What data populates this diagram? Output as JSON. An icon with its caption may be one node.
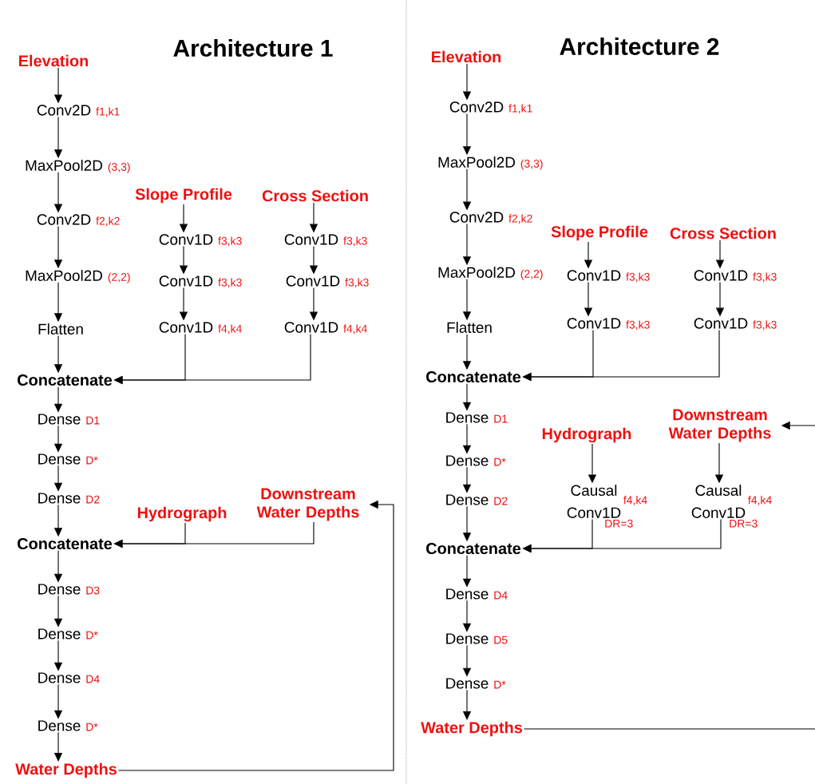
{
  "diagram": {
    "nodes": [
      {
        "text": [
          "Elevation"
        ]
      },
      {
        "text": [
          "Conv2D"
        ],
        "beside": [
          "f1,k1"
        ]
      },
      {
        "text": [
          "MaxPool2D"
        ],
        "beside": [
          "(3,3)"
        ]
      },
      {
        "text": [
          "Conv2D"
        ],
        "beside": [
          "f2,k2"
        ]
      },
      {
        "text": [
          "MaxPool2D"
        ],
        "beside": [
          "(2,2)"
        ]
      },
      {
        "text": [
          "Flatten"
        ]
      },
      {
        "text": [
          "Concatenate"
        ]
      },
      {
        "text": [
          "Dense"
        ],
        "beside": [
          "D1"
        ]
      },
      {
        "text": [
          "Dense"
        ],
        "beside": [
          "D*"
        ]
      },
      {
        "text": [
          "Dense"
        ],
        "beside": [
          "D2"
        ]
      },
      {
        "text": [
          "Concatenate"
        ]
      },
      {
        "text": [
          "Dense"
        ],
        "beside": [
          "D3"
        ]
      },
      {
        "text": [
          "Dense"
        ],
        "beside": [
          "D*"
        ]
      },
      {
        "text": [
          "Dense"
        ],
        "beside": [
          "D4"
        ]
      },
      {
        "text": [
          "Dense"
        ],
        "beside": [
          "D*"
        ]
      },
      {
        "text": [
          "Water Depths"
        ]
      },
      {
        "text": [
          "Slope Profile"
        ]
      },
      {
        "text": [
          "Conv1D"
        ],
        "beside": [
          "f3,k3"
        ]
      },
      {
        "text": [
          "Conv1D"
        ],
        "beside": [
          "f3,k3"
        ]
      },
      {
        "text": [
          "Conv1D"
        ],
        "beside": [
          "f4,k4"
        ]
      },
      {
        "text": [
          "Cross Section"
        ]
      },
      {
        "text": [
          "Conv1D"
        ],
        "beside": [
          "f3,k3"
        ]
      },
      {
        "text": [
          "Conv1D"
        ],
        "beside": [
          "f3,k3"
        ]
      },
      {
        "text": [
          "Conv1D"
        ],
        "beside": [
          "f4,k4"
        ]
      },
      {
        "text": [
          "Hydrograph"
        ]
      },
      {
        "text": [
          "Downstream Water Depths"
        ]
      },
      {
        "text": [
          "Elevation"
        ]
      },
      {
        "text": [
          "Conv2D"
        ],
        "beside": [
          "f1,k1"
        ]
      },
      {
        "text": [
          "MaxPool2D"
        ],
        "beside": [
          "(3,3)"
        ]
      },
      {
        "text": [
          "Conv2D"
        ],
        "beside": [
          "f2,k2"
        ]
      },
      {
        "text": [
          "MaxPool2D"
        ],
        "beside": [
          "(2,2)"
        ]
      },
      {
        "text": [
          "Flatten"
        ]
      },
      {
        "text": [
          "Concatenate"
        ]
      },
      {
        "text": [
          "Dense"
        ],
        "beside": [
          "D1"
        ]
      },
      {
        "text": [
          "Dense"
        ],
        "beside": [
          "D*"
        ]
      },
      {
        "text": [
          "Dense"
        ],
        "beside": [
          "D2"
        ]
      },
      {
        "text": [
          "Concatenate"
        ]
      },
      {
        "text": [
          "Dense"
        ],
        "beside": [
          "D4"
        ]
      },
      {
        "text": [
          "Dense"
        ],
        "beside": [
          "D5"
        ]
      },
      {
        "text": [
          "Dense"
        ],
        "beside": [
          "D*"
        ]
      },
      {
        "text": [
          "Water Depths"
        ]
      },
      {
        "text": [
          "Slope Profile"
        ]
      },
      {
        "text": [
          "Conv1D"
        ],
        "beside": [
          "f3,k3"
        ]
      },
      {
        "text": [
          "Conv1D"
        ],
        "beside": [
          "f3,k3"
        ]
      },
      {
        "text": [
          "Cross Section"
        ]
      },
      {
        "text": [
          "Conv1D"
        ],
        "beside": [
          "f3,k3"
        ]
      },
      {
        "text": [
          "Conv1D"
        ],
        "beside": [
          "f3,k3"
        ]
      },
      {
        "text": [
          "Hydrograph"
        ]
      },
      {
        "text": [
          "Downstream Water Depths"
        ]
      },
      {
        "text": [
          "Causal Conv1D"
        ],
        "beside": [
          "f4,k4",
          "DR=3"
        ]
      },
      {
        "text": [
          "Causal Conv1D"
        ],
        "beside": [
          "f4,k4",
          "DR=3"
        ]
      }
    ],
    "edges": [
      {
        "from": 0,
        "to": 1,
        "arrow": "to"
      },
      {
        "from": 1,
        "to": 2,
        "arrow": "to"
      },
      {
        "from": 2,
        "to": 3,
        "arrow": "to"
      },
      {
        "from": 3,
        "to": 4,
        "arrow": "to"
      },
      {
        "from": 4,
        "to": 5,
        "arrow": "to"
      },
      {
        "from": 5,
        "to": 6,
        "arrow": "to"
      },
      {
        "from": 6,
        "to": 7,
        "arrow": "to"
      },
      {
        "from": 7,
        "to": 8,
        "arrow": "to"
      },
      {
        "from": 8,
        "to": 9,
        "arrow": "to"
      },
      {
        "from": 9,
        "to": 10,
        "arrow": "to"
      },
      {
        "from": 10,
        "to": 11,
        "arrow": "to"
      },
      {
        "from": 11,
        "to": 12,
        "arrow": "to"
      },
      {
        "from": 12,
        "to": 13,
        "arrow": "to"
      },
      {
        "from": 13,
        "to": 14,
        "arrow": "to"
      },
      {
        "from": 14,
        "to": 15,
        "arrow": "to"
      },
      {
        "from": 16,
        "to": 17,
        "arrow": "to"
      },
      {
        "from": 17,
        "to": 18,
        "arrow": "to"
      },
      {
        "from": 18,
        "to": 19,
        "arrow": "to"
      },
      {
        "from": 20,
        "to": 21,
        "arrow": "to"
      },
      {
        "from": 21,
        "to": 22,
        "arrow": "to"
      },
      {
        "from": 22,
        "to": 23,
        "arrow": "to"
      },
      {
        "from": 19,
        "to": 6,
        "arrow": "to"
      },
      {
        "from": 23,
        "to": 6,
        "arrow": "to"
      },
      {
        "from": 24,
        "to": 10,
        "arrow": "to"
      },
      {
        "from": 25,
        "to": 10,
        "arrow": "to"
      },
      {
        "from": 15,
        "to": 25,
        "arrow": "to"
      },
      {
        "from": 26,
        "to": 27,
        "arrow": "to"
      },
      {
        "from": 27,
        "to": 28,
        "arrow": "to"
      },
      {
        "from": 28,
        "to": 29,
        "arrow": "to"
      },
      {
        "from": 29,
        "to": 30,
        "arrow": "to"
      },
      {
        "from": 30,
        "to": 31,
        "arrow": "to"
      },
      {
        "from": 31,
        "to": 32,
        "arrow": "to"
      },
      {
        "from": 32,
        "to": 33,
        "arrow": "to"
      },
      {
        "from": 33,
        "to": 34,
        "arrow": "to"
      },
      {
        "from": 34,
        "to": 35,
        "arrow": "to"
      },
      {
        "from": 35,
        "to": 36,
        "arrow": "to"
      },
      {
        "from": 36,
        "to": 37,
        "arrow": "to"
      },
      {
        "from": 37,
        "to": 38,
        "arrow": "to"
      },
      {
        "from": 38,
        "to": 39,
        "arrow": "to"
      },
      {
        "from": 39,
        "to": 40,
        "arrow": "to"
      },
      {
        "from": 41,
        "to": 42,
        "arrow": "to"
      },
      {
        "from": 42,
        "to": 43,
        "arrow": "to"
      },
      {
        "from": 44,
        "to": 45,
        "arrow": "to"
      },
      {
        "from": 45,
        "to": 46,
        "arrow": "to"
      },
      {
        "from": 43,
        "to": 32,
        "arrow": "to"
      },
      {
        "from": 46,
        "to": 32,
        "arrow": "to"
      },
      {
        "from": 47,
        "to": 49,
        "arrow": "to"
      },
      {
        "from": 48,
        "to": 50,
        "arrow": "to"
      },
      {
        "from": 49,
        "to": 36,
        "arrow": "to"
      },
      {
        "from": 50,
        "to": 36,
        "arrow": "to"
      },
      {
        "from": 40,
        "to": null,
        "arrow": "none"
      },
      {
        "from": null,
        "to": 48,
        "arrow": "to"
      }
    ],
    "labels": [
      "Architecture 1",
      "Architecture 2"
    ]
  }
}
